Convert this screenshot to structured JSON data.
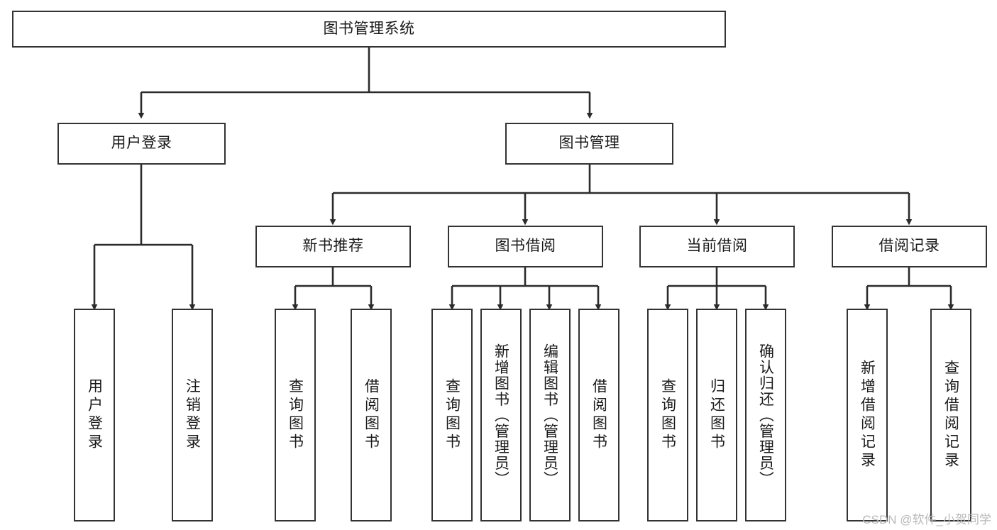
{
  "diagram": {
    "title": "图书管理系统",
    "type": "hierarchy-tree",
    "root": {
      "label": "图书管理系统"
    },
    "level2": [
      {
        "label": "用户登录"
      },
      {
        "label": "图书管理"
      }
    ],
    "level3": [
      {
        "label": "新书推荐"
      },
      {
        "label": "图书借阅"
      },
      {
        "label": "当前借阅"
      },
      {
        "label": "借阅记录"
      }
    ],
    "leaves": {
      "user_login": [
        {
          "label": "用户登录"
        },
        {
          "label": "注销登录"
        }
      ],
      "new_book_recommend": [
        {
          "label": "查询图书"
        },
        {
          "label": "借阅图书"
        }
      ],
      "book_borrow": [
        {
          "label": "查询图书"
        },
        {
          "label": "新增图书（管理员）"
        },
        {
          "label": "编辑图书（管理员）"
        },
        {
          "label": "借阅图书"
        }
      ],
      "current_borrow": [
        {
          "label": "查询图书"
        },
        {
          "label": "归还图书"
        },
        {
          "label": "确认归还（管理员）"
        }
      ],
      "borrow_record": [
        {
          "label": "新增借阅记录"
        },
        {
          "label": "查询借阅记录"
        }
      ]
    }
  },
  "watermark": {
    "text": "CSDN @软件_小贺同学"
  },
  "colors": {
    "box_border": "#333333",
    "box_fill": "#ffffff",
    "connector": "#2b2b2b",
    "text": "#1a1a1a",
    "watermark": "#b9b9b9"
  }
}
